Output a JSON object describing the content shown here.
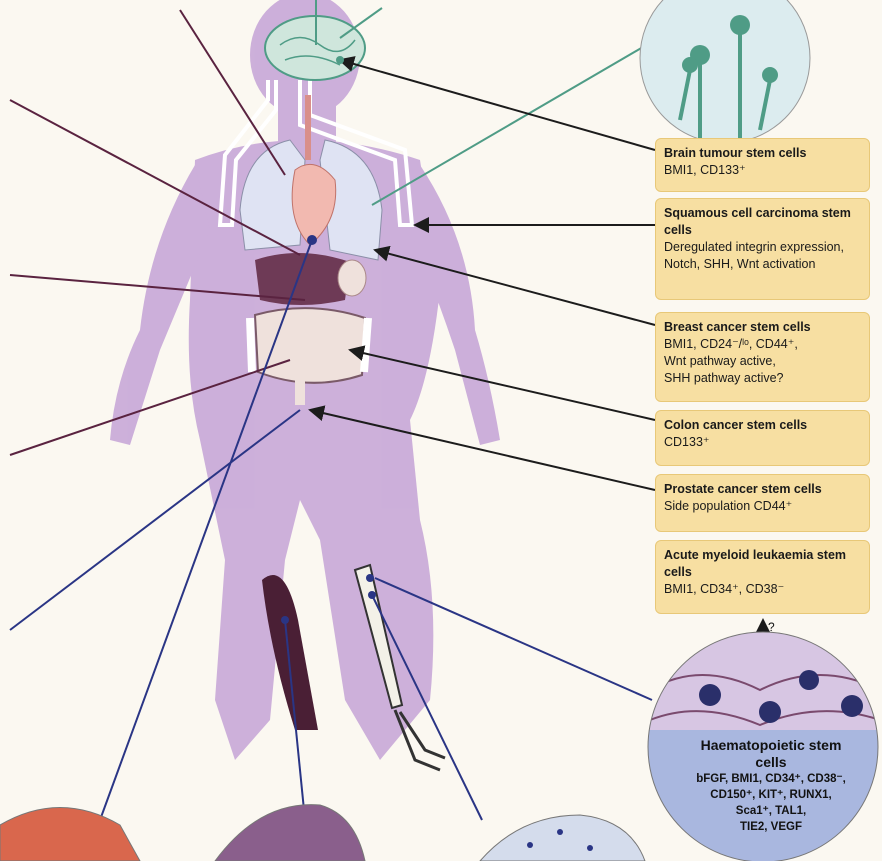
{
  "labels": {
    "brain": {
      "title": "Brain tumour stem cells",
      "body": "BMI1, CD133⁺"
    },
    "squamous": {
      "title": "Squamous cell carcinoma stem cells",
      "body": "Deregulated integrin expression, Notch, SHH, Wnt activation"
    },
    "breast": {
      "title": "Breast cancer stem cells",
      "body": "BMI1, CD24⁻/ˡᵒ, CD44⁺,\nWnt pathway active,\nSHH pathway active?"
    },
    "colon": {
      "title": "Colon cancer stem cells",
      "body": "CD133⁺"
    },
    "prostate": {
      "title": "Prostate cancer stem cells",
      "body": "Side population CD44⁺"
    },
    "aml": {
      "title": "Acute myeloid leukaemia stem cells",
      "body": "BMI1, CD34⁺, CD38⁻"
    },
    "hsc": {
      "title": "Haematopoietic stem cells",
      "body": "bFGF, BMI1, CD34⁺, CD38⁻,\nCD150⁺, KIT⁺, RUNX1,\nSca1⁺, TAL1,\nTIE2, VEGF"
    }
  },
  "question_mark": "?",
  "colors": {
    "body": "#c4a3d6",
    "lung": "#dfe3f3",
    "heart": "#f2b9b0",
    "liver": "#6e3a56",
    "line_dark": "#1c1c1c",
    "line_teal": "#4f9c86",
    "line_blue": "#2a3585",
    "line_maroon": "#5a2340",
    "box_fill": "#f7dfa2"
  }
}
